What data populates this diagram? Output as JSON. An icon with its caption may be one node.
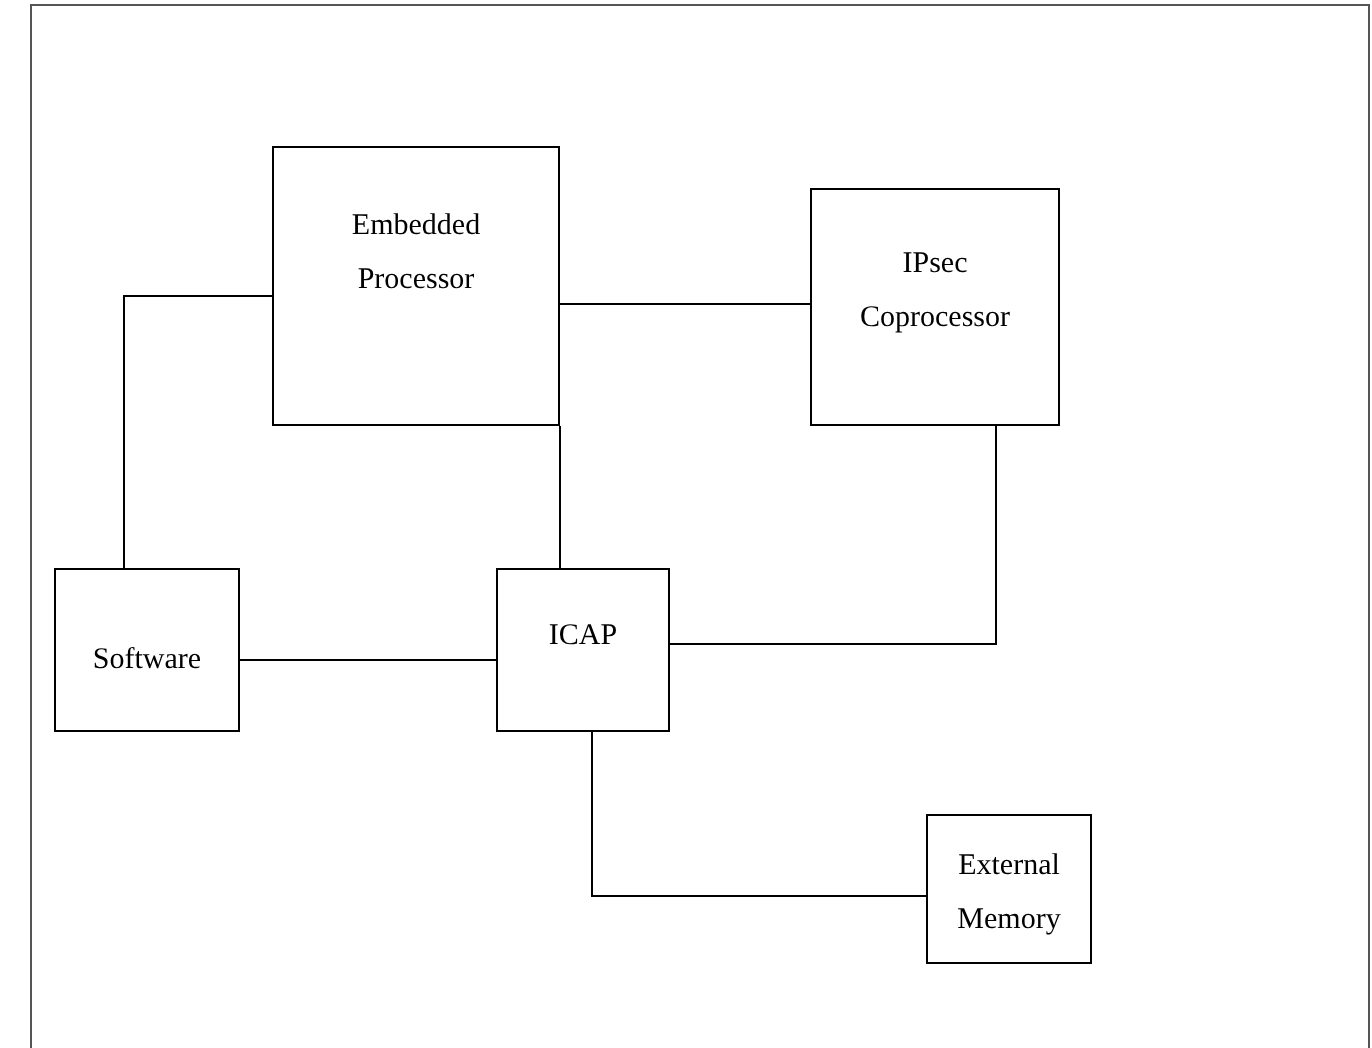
{
  "diagram": {
    "nodes": [
      {
        "text": [
          "Embedded Processor"
        ]
      },
      {
        "text": [
          "IPsec Coprocessor"
        ]
      },
      {
        "text": [
          "Software"
        ]
      },
      {
        "text": [
          "ICAP"
        ]
      },
      {
        "text": [
          "External Memory"
        ]
      }
    ],
    "edges": [
      {
        "from": 0,
        "to": 1,
        "arrow": "none"
      },
      {
        "from": 0,
        "to": 2,
        "arrow": "none"
      },
      {
        "from": 0,
        "to": 3,
        "arrow": "none"
      },
      {
        "from": 2,
        "to": 3,
        "arrow": "none"
      },
      {
        "from": 1,
        "to": 3,
        "arrow": "none"
      },
      {
        "from": 3,
        "to": 4,
        "arrow": "none"
      }
    ]
  }
}
